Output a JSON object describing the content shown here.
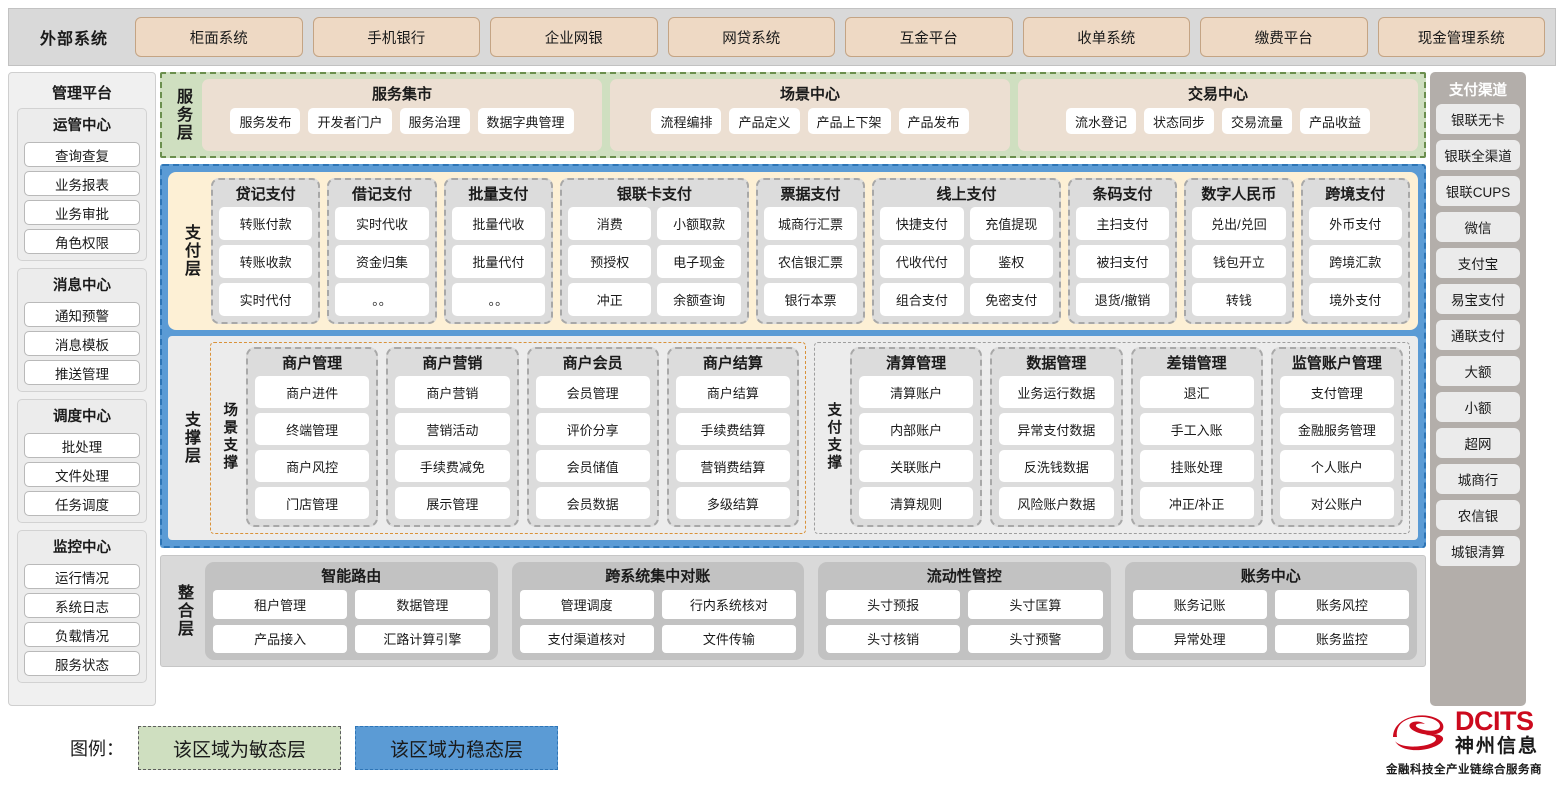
{
  "external": {
    "title": "外部系统",
    "items": [
      "柜面系统",
      "手机银行",
      "企业网银",
      "网贷系统",
      "互金平台",
      "收单系统",
      "缴费平台",
      "现金管理系统"
    ]
  },
  "management": {
    "title": "管理平台",
    "groups": [
      {
        "title": "运管中心",
        "items": [
          "查询查复",
          "业务报表",
          "业务审批",
          "角色权限"
        ]
      },
      {
        "title": "消息中心",
        "items": [
          "通知预警",
          "消息模板",
          "推送管理"
        ]
      },
      {
        "title": "调度中心",
        "items": [
          "批处理",
          "文件处理",
          "任务调度"
        ]
      },
      {
        "title": "监控中心",
        "items": [
          "运行情况",
          "系统日志",
          "负载情况",
          "服务状态"
        ]
      }
    ]
  },
  "channels": {
    "title": "支付渠道",
    "items": [
      "银联无卡",
      "银联全渠道",
      "银联CUPS",
      "微信",
      "支付宝",
      "易宝支付",
      "通联支付",
      "大额",
      "小额",
      "超网",
      "城商行",
      "农信银",
      "城银清算"
    ]
  },
  "service_layer": {
    "label": "服务层",
    "groups": [
      {
        "title": "服务集市",
        "items": [
          "服务发布",
          "开发者门户",
          "服务治理",
          "数据字典管理"
        ]
      },
      {
        "title": "场景中心",
        "items": [
          "流程编排",
          "产品定义",
          "产品上下架",
          "产品发布"
        ]
      },
      {
        "title": "交易中心",
        "items": [
          "流水登记",
          "状态同步",
          "交易流量",
          "产品收益"
        ]
      }
    ]
  },
  "payment_layer": {
    "label": "支付层",
    "groups": [
      {
        "title": "贷记支付",
        "cols": 1,
        "rows": [
          [
            "转账付款"
          ],
          [
            "转账收款"
          ],
          [
            "实时代付"
          ]
        ]
      },
      {
        "title": "借记支付",
        "cols": 1,
        "rows": [
          [
            "实时代收"
          ],
          [
            "资金归集"
          ],
          [
            "。。"
          ]
        ]
      },
      {
        "title": "批量支付",
        "cols": 1,
        "rows": [
          [
            "批量代收"
          ],
          [
            "批量代付"
          ],
          [
            "。。"
          ]
        ]
      },
      {
        "title": "银联卡支付",
        "cols": 2,
        "rows": [
          [
            "消费",
            "小额取款"
          ],
          [
            "预授权",
            "电子现金"
          ],
          [
            "冲正",
            "余额查询"
          ]
        ]
      },
      {
        "title": "票据支付",
        "cols": 1,
        "rows": [
          [
            "城商行汇票"
          ],
          [
            "农信银汇票"
          ],
          [
            "银行本票"
          ]
        ]
      },
      {
        "title": "线上支付",
        "cols": 2,
        "rows": [
          [
            "快捷支付",
            "充值提现"
          ],
          [
            "代收代付",
            "鉴权"
          ],
          [
            "组合支付",
            "免密支付"
          ]
        ]
      },
      {
        "title": "条码支付",
        "cols": 1,
        "rows": [
          [
            "主扫支付"
          ],
          [
            "被扫支付"
          ],
          [
            "退货/撤销"
          ]
        ]
      },
      {
        "title": "数字人民币",
        "cols": 1,
        "rows": [
          [
            "兑出/兑回"
          ],
          [
            "钱包开立"
          ],
          [
            "转钱"
          ]
        ]
      },
      {
        "title": "跨境支付",
        "cols": 1,
        "rows": [
          [
            "外币支付"
          ],
          [
            "跨境汇款"
          ],
          [
            "境外支付"
          ]
        ]
      }
    ]
  },
  "support_layer": {
    "label": "支撑层",
    "panels": [
      {
        "sub_label": "场景支撑",
        "style": "orange",
        "groups": [
          {
            "title": "商户管理",
            "items": [
              "商户进件",
              "终端管理",
              "商户风控",
              "门店管理"
            ]
          },
          {
            "title": "商户营销",
            "items": [
              "商户营销",
              "营销活动",
              "手续费减免",
              "展示管理"
            ]
          },
          {
            "title": "商户会员",
            "items": [
              "会员管理",
              "评价分享",
              "会员储值",
              "会员数据"
            ]
          },
          {
            "title": "商户结算",
            "items": [
              "商户结算",
              "手续费结算",
              "营销费结算",
              "多级结算"
            ]
          }
        ]
      },
      {
        "sub_label": "支付支撑",
        "style": "gray",
        "groups": [
          {
            "title": "清算管理",
            "items": [
              "清算账户",
              "内部账户",
              "关联账户",
              "清算规则"
            ]
          },
          {
            "title": "数据管理",
            "items": [
              "业务运行数据",
              "异常支付数据",
              "反洗钱数据",
              "风险账户数据"
            ]
          },
          {
            "title": "差错管理",
            "items": [
              "退汇",
              "手工入账",
              "挂账处理",
              "冲正/补正"
            ]
          },
          {
            "title": "监管账户管理",
            "items": [
              "支付管理",
              "金融服务管理",
              "个人账户",
              "对公账户"
            ]
          }
        ]
      }
    ]
  },
  "integration_layer": {
    "label": "整合层",
    "groups": [
      {
        "title": "智能路由",
        "rows": [
          [
            "租户管理",
            "数据管理"
          ],
          [
            "产品接入",
            "汇路计算引擎"
          ]
        ]
      },
      {
        "title": "跨系统集中对账",
        "rows": [
          [
            "管理调度",
            "行内系统核对"
          ],
          [
            "支付渠道核对",
            "文件传输"
          ]
        ]
      },
      {
        "title": "流动性管控",
        "rows": [
          [
            "头寸预报",
            "头寸匡算"
          ],
          [
            "头寸核销",
            "头寸预警"
          ]
        ]
      },
      {
        "title": "账务中心",
        "rows": [
          [
            "账务记账",
            "账务风控"
          ],
          [
            "异常处理",
            "账务监控"
          ]
        ]
      }
    ]
  },
  "legend": {
    "label": "图例：",
    "agile": "该区域为敏态层",
    "stable": "该区域为稳态层"
  },
  "logo": {
    "en": "DCITS",
    "cn": "神州信息",
    "tagline": "金融科技全产业链综合服务商"
  },
  "colors": {
    "agile_green": "#cfdfc0",
    "stable_blue": "#5b9bd5",
    "payment_cream": "#fdf0d5",
    "external_tan": "#eed9c4",
    "brand_red": "#cc0a1e"
  }
}
